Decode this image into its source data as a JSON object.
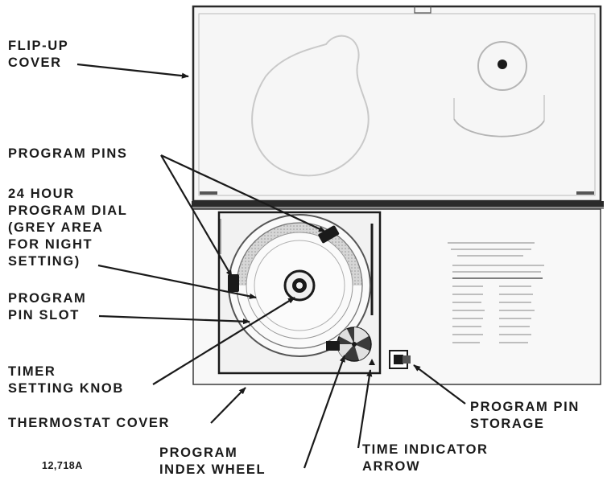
{
  "labels": {
    "flip_up_cover": [
      "FLIP-UP",
      "COVER"
    ],
    "program_pins": [
      "PROGRAM PINS"
    ],
    "program_dial": [
      "24 HOUR",
      "PROGRAM DIAL",
      "(GREY AREA",
      "FOR NIGHT",
      "SETTING)"
    ],
    "program_pin_slot": [
      "PROGRAM",
      "PIN SLOT"
    ],
    "timer_setting_knob": [
      "TIMER",
      "SETTING KNOB"
    ],
    "thermostat_cover": [
      "THERMOSTAT COVER"
    ],
    "program_index_wheel": [
      "PROGRAM",
      "INDEX WHEEL"
    ],
    "time_indicator_arrow": [
      "TIME INDICATOR",
      "ARROW"
    ],
    "program_pin_storage": [
      "PROGRAM PIN",
      "STORAGE"
    ],
    "figure_number": "12,718A"
  },
  "colors": {
    "ink": "#1a1a1a",
    "panel_fill": "#f4f4f4",
    "panel_edge": "#2a2a2a",
    "dial_grey": "#c8c8c8"
  }
}
